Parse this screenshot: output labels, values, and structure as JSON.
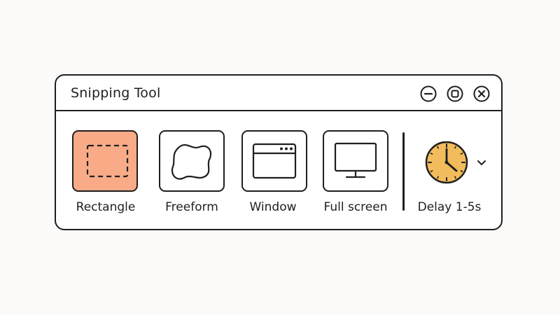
{
  "window": {
    "title": "Snipping Tool",
    "controls": [
      "minimize",
      "maximize",
      "close"
    ]
  },
  "modes": [
    {
      "label": "Rectangle",
      "icon": "dashed-rectangle-icon",
      "selected": true
    },
    {
      "label": "Freeform",
      "icon": "freeform-blob-icon",
      "selected": false
    },
    {
      "label": "Window",
      "icon": "window-icon",
      "selected": false
    },
    {
      "label": "Full screen",
      "icon": "monitor-icon",
      "selected": false
    }
  ],
  "delay": {
    "label": "Delay 1-5s",
    "icon": "clock-icon"
  },
  "colors": {
    "accent": "#f9ab87",
    "clock_face": "#f2bb5b",
    "ink": "#1f1f1f"
  }
}
